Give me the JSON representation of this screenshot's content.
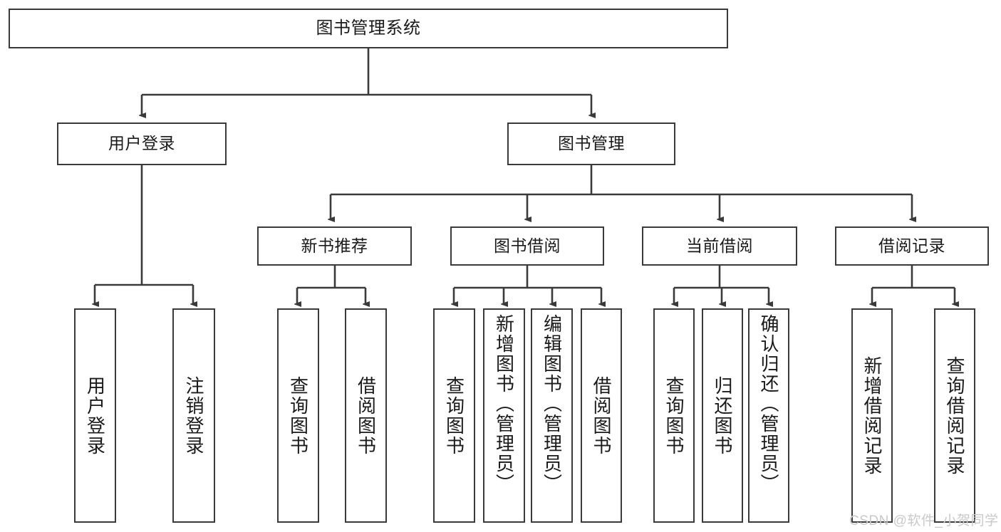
{
  "diagram": {
    "type": "tree-hierarchy",
    "title": "图书管理系统",
    "watermark": "CSDN @软件_小贺同学",
    "colors": {
      "box_border": "#3a3a3a",
      "box_fill": "#ffffff",
      "edge": "#3a3a3a",
      "text": "#1a1a1a",
      "watermark": "#c9c9c9",
      "background": "#ffffff"
    },
    "nodes": {
      "root": {
        "label": "图书管理系统"
      },
      "level1": [
        {
          "id": "user-login",
          "label": "用户登录"
        },
        {
          "id": "book-manage",
          "label": "图书管理"
        }
      ],
      "level2": [
        {
          "id": "new-book-recommend",
          "label": "新书推荐"
        },
        {
          "id": "book-borrow",
          "label": "图书借阅"
        },
        {
          "id": "current-borrow",
          "label": "当前借阅"
        },
        {
          "id": "borrow-record",
          "label": "借阅记录"
        }
      ],
      "leaves": {
        "user_login": [
          {
            "id": "leaf-user-login",
            "label": "用户登录"
          },
          {
            "id": "leaf-logout-login",
            "label": "注销登录"
          }
        ],
        "new_book_recommend": [
          {
            "id": "leaf-query-book-1",
            "label": "查询图书"
          },
          {
            "id": "leaf-borrow-book-1",
            "label": "借阅图书"
          }
        ],
        "book_borrow": [
          {
            "id": "leaf-query-book-2",
            "label": "查询图书"
          },
          {
            "id": "leaf-add-book",
            "label": "新增图书（管理员）"
          },
          {
            "id": "leaf-edit-book",
            "label": "编辑图书（管理员）"
          },
          {
            "id": "leaf-borrow-book-2",
            "label": "借阅图书"
          }
        ],
        "current_borrow": [
          {
            "id": "leaf-query-book-3",
            "label": "查询图书"
          },
          {
            "id": "leaf-return-book",
            "label": "归还图书"
          },
          {
            "id": "leaf-confirm-return",
            "label": "确认归还（管理员）"
          }
        ],
        "borrow_record": [
          {
            "id": "leaf-add-record",
            "label": "新增借阅记录"
          },
          {
            "id": "leaf-query-record",
            "label": "查询借阅记录"
          }
        ]
      }
    }
  }
}
